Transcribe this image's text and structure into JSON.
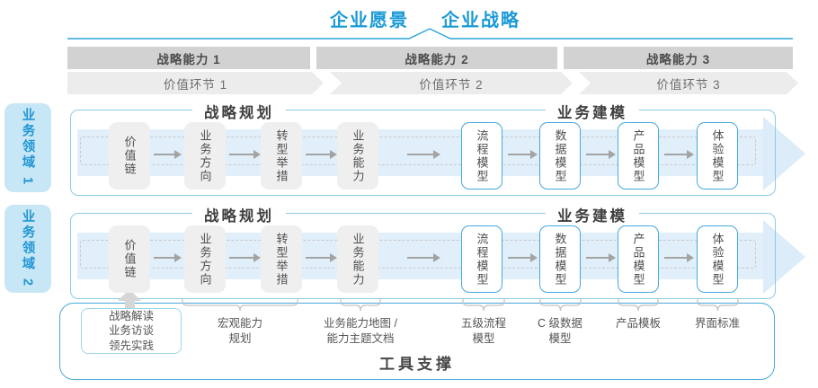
{
  "header": {
    "vision": "企业愿景",
    "strategy": "企业战略"
  },
  "capability_band": {
    "items": [
      "战略能力 1",
      "战略能力 2",
      "战略能力 3"
    ]
  },
  "value_band": {
    "items": [
      "价值环节 1",
      "价值环节 2",
      "价值环节 3"
    ]
  },
  "domains": {
    "items": [
      "业务领域 1",
      "业务领域 2"
    ]
  },
  "row": {
    "planning_header": "战略规划",
    "modeling_header": "业务建模",
    "planning_boxes": [
      "价值链",
      "业务方向",
      "转型举措",
      "业务能力"
    ],
    "modeling_boxes": [
      "流程模型",
      "数据模型",
      "产品模型",
      "体验模型"
    ]
  },
  "tools": {
    "title": "工具支撑",
    "inputs_box": "战略解读\n业务访谈\n领先实践",
    "labels": [
      "宏观能力\n规划",
      "业务能力地图 /\n能力主题文档",
      "五级流程\n模型",
      "C 级数据\n模型",
      "产品模板",
      "界面标准"
    ]
  },
  "colors": {
    "accent_blue": "#1b9ad6",
    "box_border_blue": "#45a9db",
    "band_gray": "#d2d2d2",
    "arrow_fill": "#e1effa"
  }
}
